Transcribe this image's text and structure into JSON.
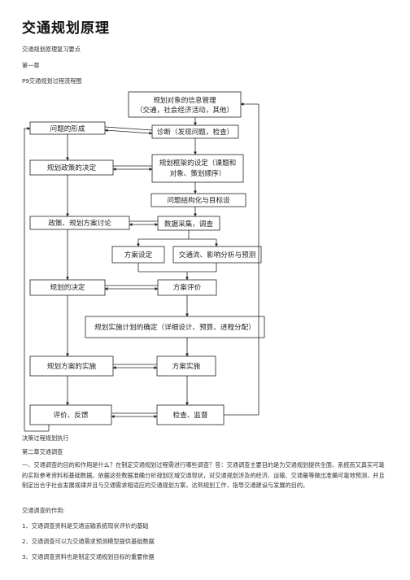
{
  "title": "交通规划原理",
  "intro": {
    "line1": "交通规划原理复习要点",
    "line2": "第一章",
    "line3": "P9交通规划过程流程图"
  },
  "flowchart": {
    "info_mgmt_1": "规划对象的信息管理",
    "info_mgmt_2": "（交通，社会经济活动，其他）",
    "problem_form": "问题的形成",
    "diagnosis": "诊断（发现问题，检查）",
    "policy_decide": "规划政策的决定",
    "framework_1": "规划框架的设定（课题和",
    "framework_2": "对象、策划顺序）",
    "structuring": "问题结构化与目标设",
    "policy_discuss": "政策、规划方案讨论",
    "data_collect": "数据采集，调查",
    "scheme_set": "方案设定",
    "traffic_analysis": "交通流、影响分析与预测",
    "plan_decide": "规划的决定",
    "scheme_eval": "方案评价",
    "impl_plan": "规划实施计划的确定（详细设计、预算、进程分配）",
    "plan_impl": "规划方案的实施",
    "scheme_impl": "方案实施",
    "evaluation": "评价、反馈",
    "inspection": "检查、监督"
  },
  "after": {
    "line1": "决策过程规划执行",
    "line2": "第二章交通调查",
    "para": "一、交通调查的目的和作用是什么？在制定交通规划过程需进行哪些调查？答：交通调查主要目的是为交通规划提供全面、系统而又真实可靠的实际参考资料和基础数据。依据这些数据准确分析规划区域交通现状，对交通规划涉及的经济、运输、交通量等做出准确可靠地预测，并且制定出合乎社会发展规律并且与交通需求相适应的交通规划方案，达到规划工作，指导交通建设与发展的目的。",
    "role_title": "交通调查的作用:",
    "item1": "1、交通调查资料是交通运输系统现状评价的基础",
    "item2": "2、交通调查可以为交通需求预测模型提供基础数据",
    "item3": "3、交通调查资料也是制定交通规划目标的重要依据"
  }
}
